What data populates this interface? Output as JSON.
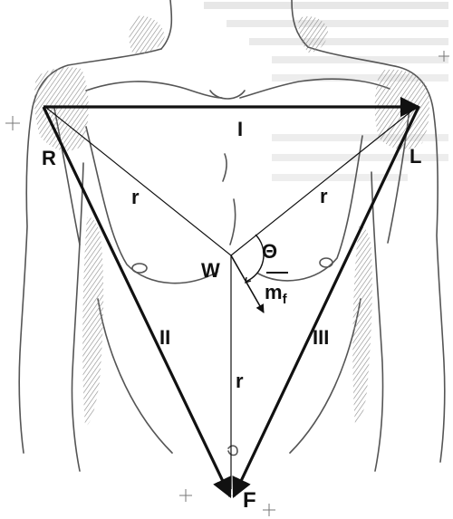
{
  "labels": {
    "vertex_right_arm": "R",
    "vertex_left_arm": "L",
    "vertex_foot": "F",
    "center": "W",
    "lead_one": "I",
    "lead_two": "II",
    "lead_three": "III",
    "radius_left": "r",
    "radius_right": "r",
    "radius_down": "r",
    "angle": "Θ",
    "vector_base": "m",
    "vector_subscript": "f"
  },
  "colors": {
    "ink": "#111111",
    "sketch": "#555555",
    "shade": "#777777",
    "faint_text": "#9a9a9a"
  }
}
